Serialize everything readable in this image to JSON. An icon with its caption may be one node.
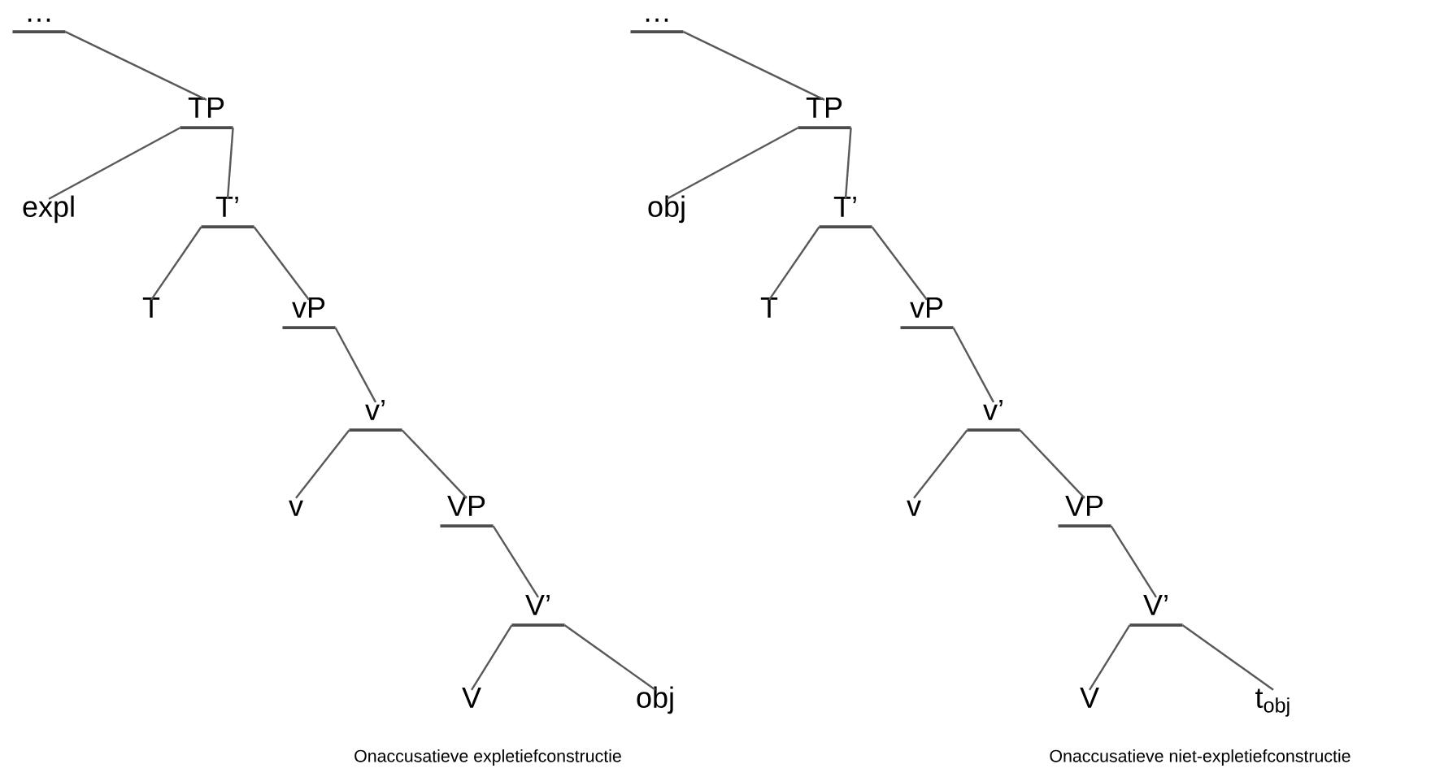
{
  "diagram": {
    "nodes": [
      {
        "text": [
          "…"
        ]
      },
      {
        "text": [
          "TP"
        ]
      },
      {
        "text": [
          "expl"
        ]
      },
      {
        "text": [
          "T’"
        ]
      },
      {
        "text": [
          "T"
        ]
      },
      {
        "text": [
          "vP"
        ]
      },
      {
        "text": [
          "v’"
        ]
      },
      {
        "text": [
          "v"
        ]
      },
      {
        "text": [
          "VP"
        ]
      },
      {
        "text": [
          "V’"
        ]
      },
      {
        "text": [
          "V"
        ]
      },
      {
        "text": [
          "obj"
        ]
      },
      {
        "text": [
          "…"
        ]
      },
      {
        "text": [
          "TP"
        ]
      },
      {
        "text": [
          "obj"
        ]
      },
      {
        "text": [
          "T’"
        ]
      },
      {
        "text": [
          "T"
        ]
      },
      {
        "text": [
          "vP"
        ]
      },
      {
        "text": [
          "v’"
        ]
      },
      {
        "text": [
          "v"
        ]
      },
      {
        "text": [
          "VP"
        ]
      },
      {
        "text": [
          "V’"
        ]
      },
      {
        "text": [
          "V"
        ]
      },
      {
        "text": [
          "t$_{obj}$"
        ]
      }
    ],
    "edges": [
      {
        "from": 0,
        "to": 1,
        "arrow": "none"
      },
      {
        "from": 1,
        "to": 2,
        "arrow": "none"
      },
      {
        "from": 1,
        "to": 3,
        "arrow": "none"
      },
      {
        "from": 3,
        "to": 4,
        "arrow": "none"
      },
      {
        "from": 3,
        "to": 5,
        "arrow": "none"
      },
      {
        "from": 5,
        "to": 6,
        "arrow": "none"
      },
      {
        "from": 6,
        "to": 7,
        "arrow": "none"
      },
      {
        "from": 6,
        "to": 8,
        "arrow": "none"
      },
      {
        "from": 8,
        "to": 9,
        "arrow": "none"
      },
      {
        "from": 9,
        "to": 10,
        "arrow": "none"
      },
      {
        "from": 9,
        "to": 11,
        "arrow": "none"
      },
      {
        "from": 12,
        "to": 13,
        "arrow": "none"
      },
      {
        "from": 13,
        "to": 14,
        "arrow": "none"
      },
      {
        "from": 13,
        "to": 15,
        "arrow": "none"
      },
      {
        "from": 15,
        "to": 16,
        "arrow": "none"
      },
      {
        "from": 15,
        "to": 17,
        "arrow": "none"
      },
      {
        "from": 17,
        "to": 18,
        "arrow": "none"
      },
      {
        "from": 18,
        "to": 19,
        "arrow": "none"
      },
      {
        "from": 18,
        "to": 20,
        "arrow": "none"
      },
      {
        "from": 20,
        "to": 21,
        "arrow": "none"
      },
      {
        "from": 21,
        "to": 22,
        "arrow": "none"
      },
      {
        "from": 21,
        "to": 23,
        "arrow": "none"
      }
    ],
    "labels": [
      "Onaccusatieve expletiefconstructie",
      "Onaccusatieve niet-expletiefconstructie"
    ]
  }
}
